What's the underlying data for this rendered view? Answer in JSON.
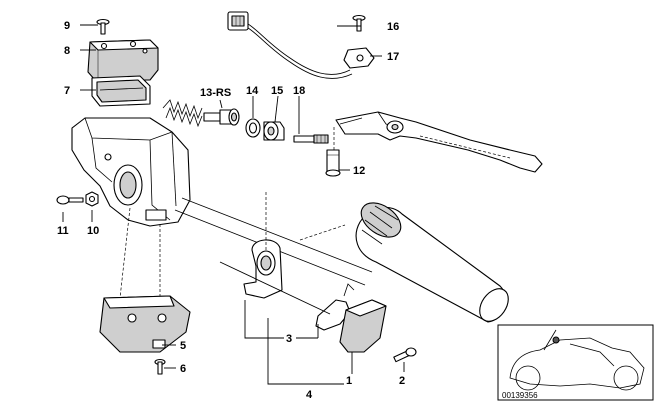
{
  "callouts": {
    "c1": "1",
    "c2": "2",
    "c3": "3",
    "c4": "4",
    "c5": "5",
    "c6": "6",
    "c7": "7",
    "c8": "8",
    "c9": "9",
    "c10": "10",
    "c11": "11",
    "c12": "12",
    "c13": "13-RS",
    "c14": "14",
    "c15": "15",
    "c16": "16",
    "c17": "17",
    "c18": "18"
  },
  "footer": {
    "figure_id": "00139356"
  },
  "colors": {
    "line": "#000000",
    "background": "#ffffff",
    "shade": "#cfcfcf"
  }
}
